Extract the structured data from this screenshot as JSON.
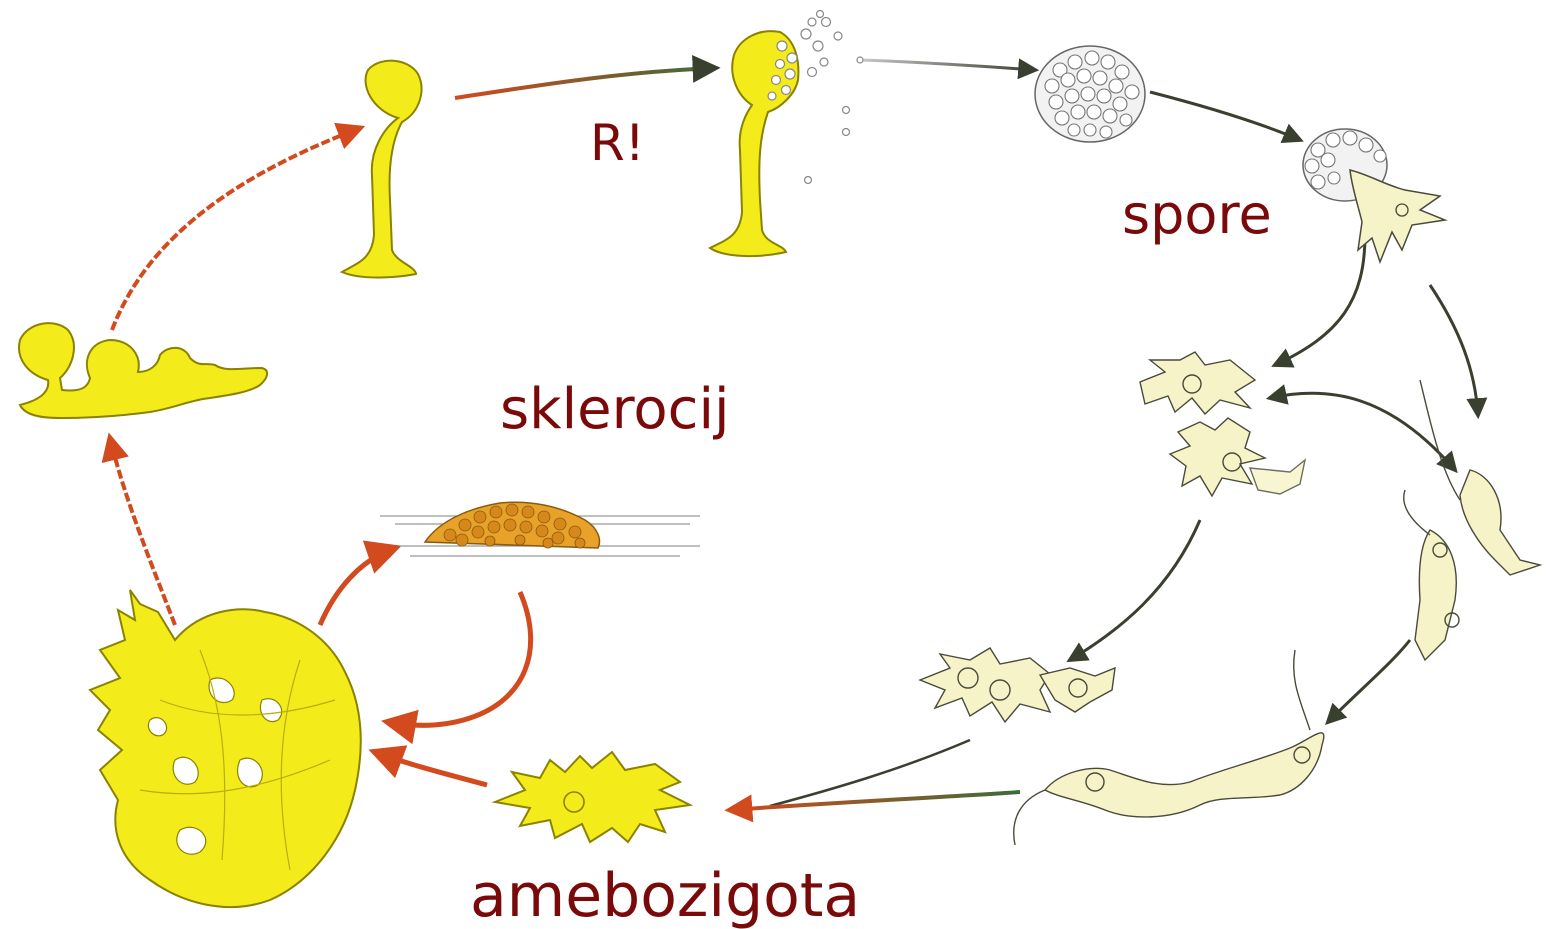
{
  "labels": {
    "r": "R!",
    "spore": "spore",
    "sklerocij": "sklerocij",
    "amebozigota": "amebozigota"
  },
  "colors": {
    "label": "#7a0a0a",
    "plasmodium_yellow": "#f4ec1a",
    "outline": "#8a8200",
    "arrow_red": "#d24a1e",
    "arrow_dark": "#3a4030",
    "sclerotium_orange": "#e8a22a",
    "cell_pale": "#f6f3c8"
  },
  "icons": [
    "sporangium-icon",
    "sporangium-releasing-spores-icon",
    "spore-cluster-icon",
    "germinating-spore-icon",
    "myxamoeba-icon",
    "swarm-cell-icon",
    "amoebozygote-icon",
    "plasmodium-icon",
    "sclerotium-icon",
    "developing-sporangia-icon"
  ]
}
